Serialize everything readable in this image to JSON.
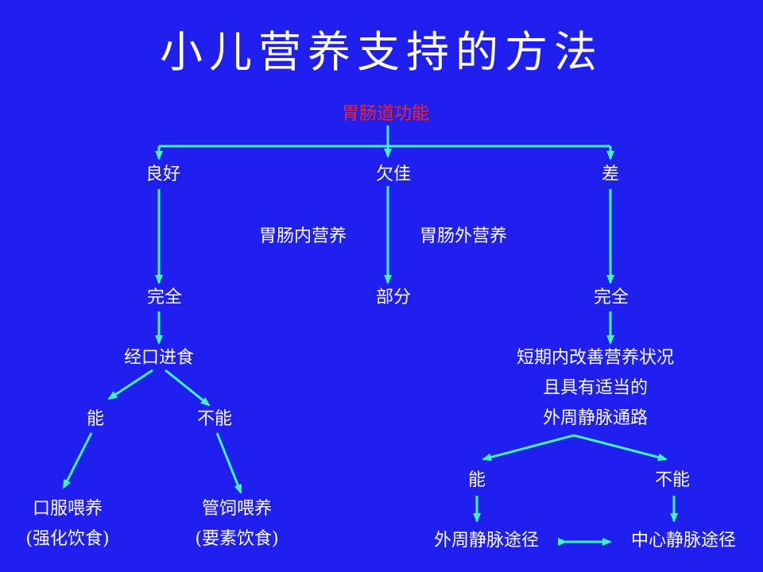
{
  "title": "小儿营养支持的方法",
  "colors": {
    "background": "#1F1FF0",
    "text": "#FFFFFF",
    "root_text": "#FF2020",
    "arrow": "#3FF5C8"
  },
  "nodes": {
    "root": "胃肠道功能",
    "good": "良好",
    "poor": "欠佳",
    "bad": "差",
    "enteral": "胃肠内营养",
    "parenteral": "胃肠外营养",
    "left_complete": "完全",
    "partial": "部分",
    "right_complete": "完全",
    "oral": "经口进食",
    "left_can": "能",
    "left_cannot": "不能",
    "oral_feeding": "口服喂养",
    "oral_feeding_note": "(强化饮食)",
    "tube_feeding": "管饲喂养",
    "tube_feeding_note": "(要素饮食)",
    "short_term_1": "短期内改善营养状况",
    "short_term_2": "且具有适当的",
    "short_term_3": "外周静脉通路",
    "right_can": "能",
    "right_cannot": "不能",
    "peripheral_route": "外周静脉途径",
    "central_route": "中心静脉途径"
  }
}
